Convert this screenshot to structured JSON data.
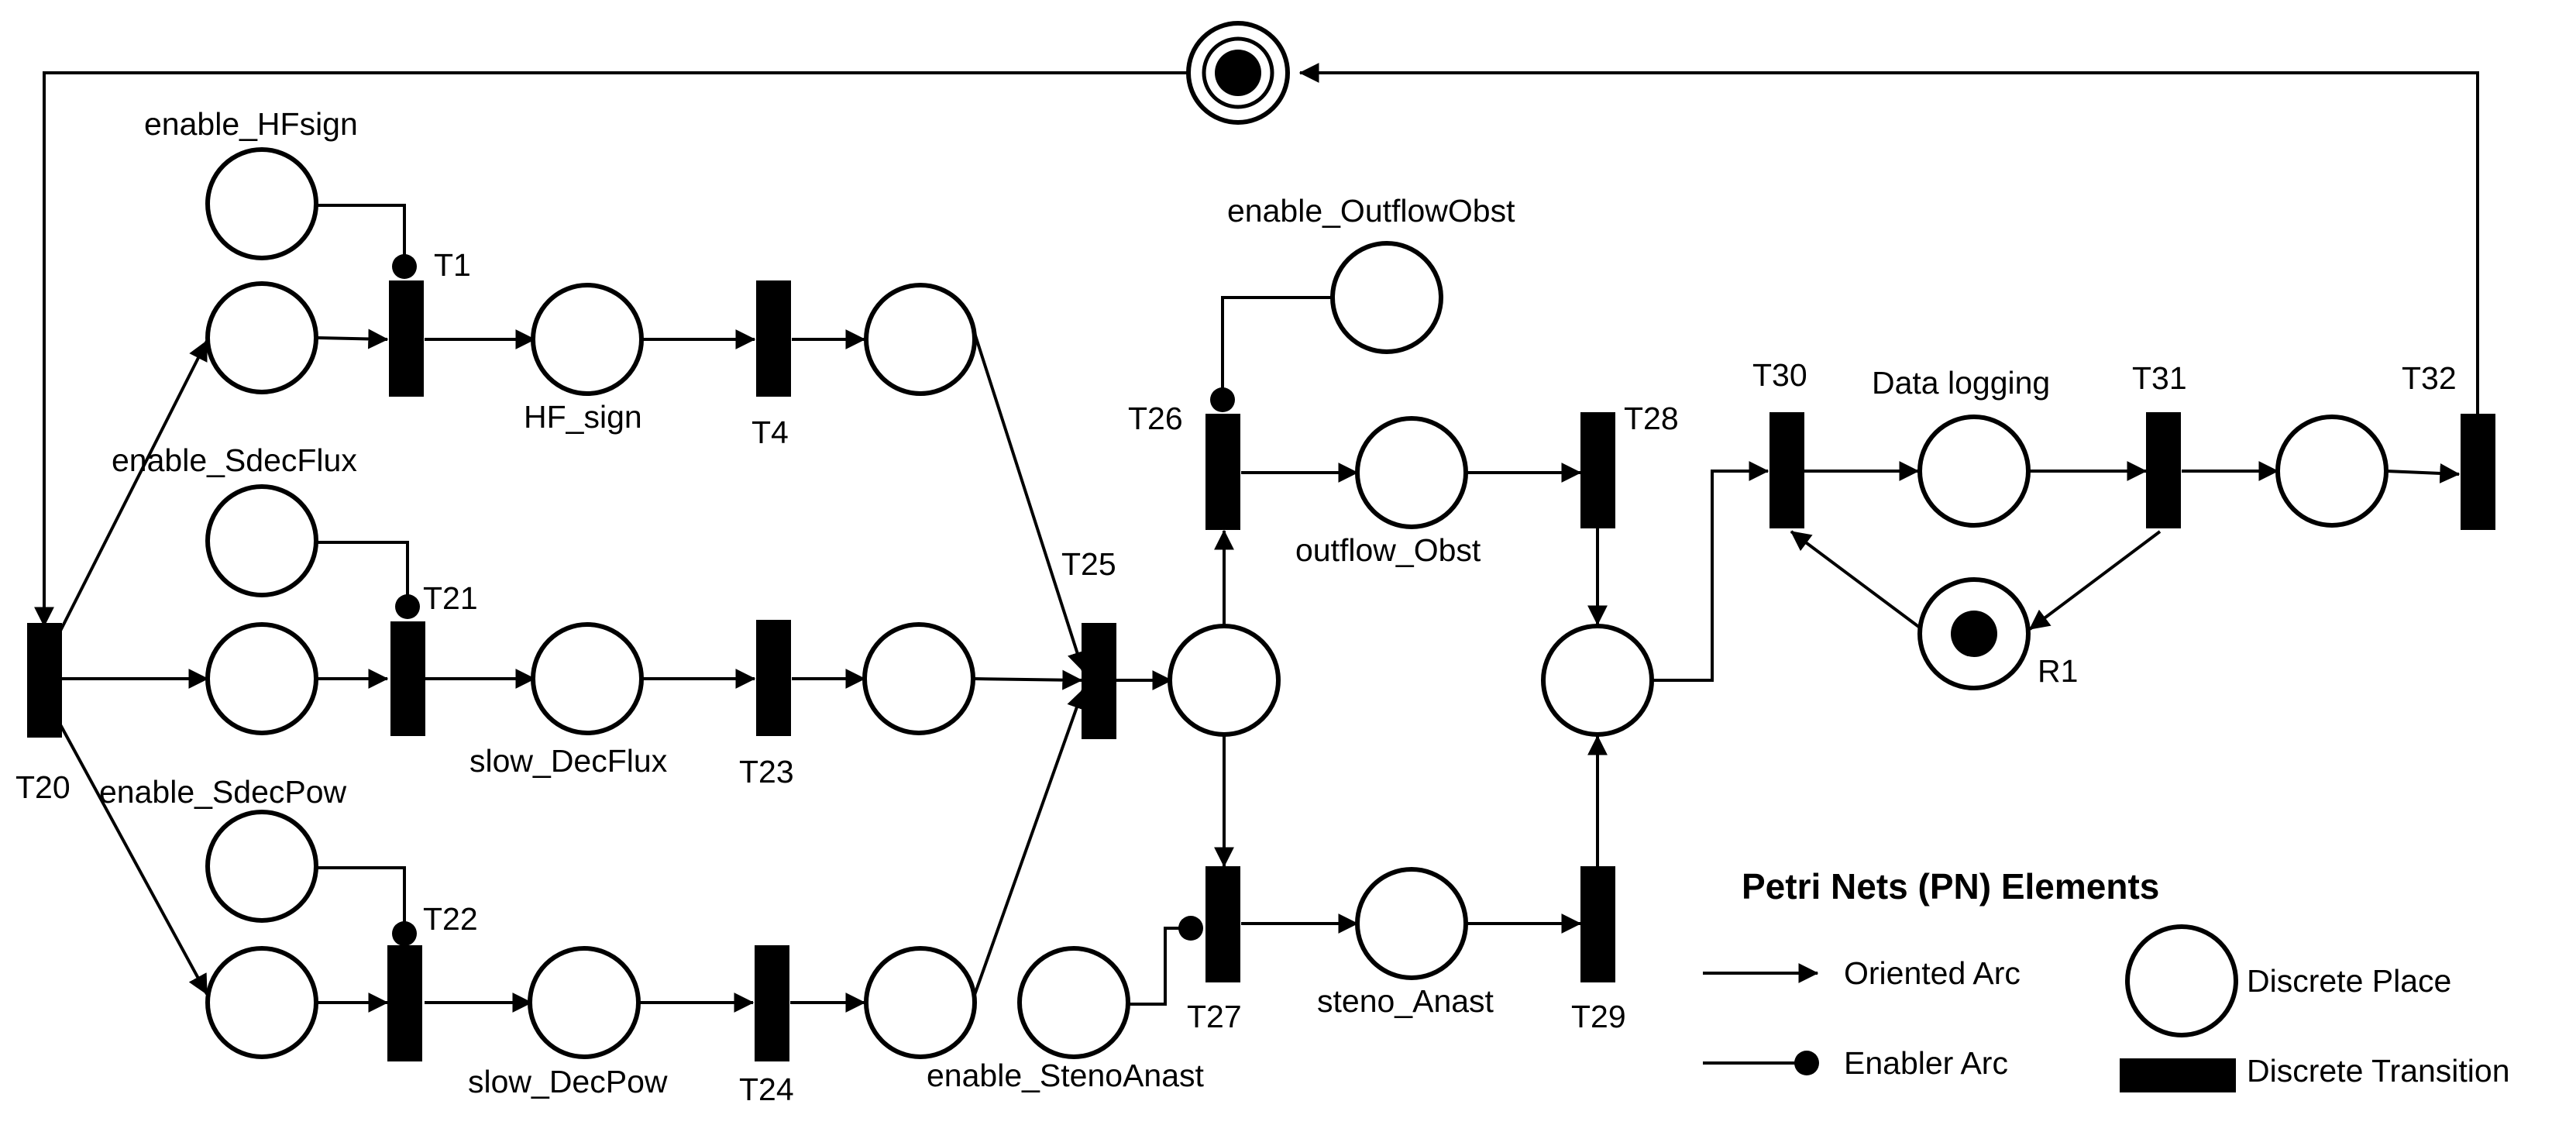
{
  "diagram": {
    "places": {
      "p_top": "",
      "p_enable_hf": "",
      "p_in1": "",
      "p_hf_sign": "",
      "p_out1": "",
      "p_enable_sf": "",
      "p_in2": "",
      "p_slow_decflux": "",
      "p_out2": "",
      "p_enable_sp": "",
      "p_in3": "",
      "p_slow_decpow": "",
      "p_out3": "",
      "p_mid": "",
      "p_outflow": "",
      "p_enable_oo": "",
      "p_steno": "",
      "p_enable_sa": "",
      "p_merge": "",
      "p_datalog": "",
      "p_r1": "",
      "p_final": ""
    },
    "transitions": {
      "t20": "T20",
      "t1": "T1",
      "t21": "T21",
      "t22": "T22",
      "t4": "T4",
      "t23": "T23",
      "t24": "T24",
      "t25": "T25",
      "t26": "T26",
      "t27": "T27",
      "t28": "T28",
      "t29": "T29",
      "t30": "T30",
      "t31": "T31",
      "t32": "T32"
    },
    "labels": {
      "enable_hfsign": "enable_HFsign",
      "hf_sign": "HF_sign",
      "enable_sdecflux": "enable_SdecFlux",
      "slow_decflux": "slow_DecFlux",
      "enable_sdecpow": "enable_SdecPow",
      "slow_decpow": "slow_DecPow",
      "enable_outflowobst": "enable_OutflowObst",
      "outflow_obst": "outflow_Obst",
      "steno_anast": "steno_Anast",
      "enable_stenoanast": "enable_StenoAnast",
      "data_logging": "Data logging",
      "r1": "R1"
    },
    "tokens": {
      "p_top": 1,
      "p_r1": 1
    }
  },
  "legend": {
    "title": "Petri Nets (PN) Elements",
    "oriented_arc": "Oriented Arc",
    "enabler_arc": "Enabler Arc",
    "discrete_place": "Discrete Place",
    "discrete_transition": "Discrete Transition"
  }
}
